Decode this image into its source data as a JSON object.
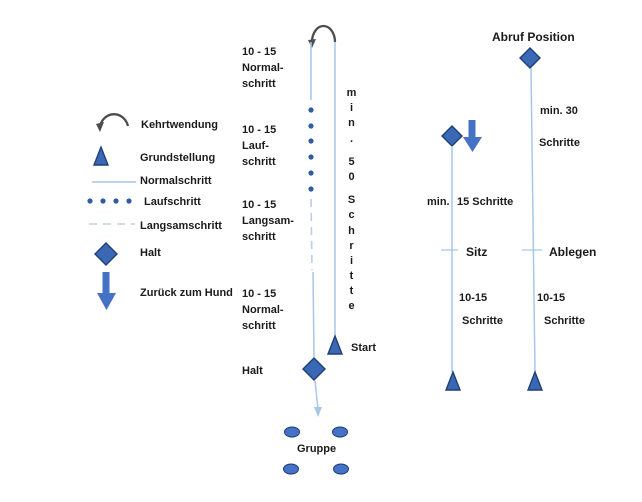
{
  "colors": {
    "text": "#1b1b1b",
    "shape_fill": "#3a68b4",
    "shape_stroke": "#1f3f77",
    "arrow_fill": "#4472c4",
    "line_light": "#a8c6e8",
    "dash_color": "#bccde8",
    "dot_color": "#2e5ca6",
    "arc_color": "#4d4d4d"
  },
  "legend": {
    "items": [
      {
        "icon": "turn-arc-icon",
        "label": "Kehrtwendung"
      },
      {
        "icon": "triangle-icon",
        "label": "Grundstellung"
      },
      {
        "icon": "solid-line-icon",
        "label": "Normalschritt"
      },
      {
        "icon": "dotted-line-icon",
        "label": "Laufschritt"
      },
      {
        "icon": "dashed-line-icon",
        "label": "Langsamschritt"
      },
      {
        "icon": "diamond-icon",
        "label": "Halt"
      },
      {
        "icon": "down-arrow-icon",
        "label": "Zurück zum Hund"
      }
    ]
  },
  "track": {
    "segments": [
      {
        "lines": [
          "10 - 15",
          "Normal-",
          "schritt"
        ]
      },
      {
        "lines": [
          "10 - 15",
          "Lauf-",
          "schritt"
        ]
      },
      {
        "lines": [
          "10 - 15",
          "Langsam-",
          "schritt"
        ]
      },
      {
        "lines": [
          "10 - 15",
          "Normal-",
          "schritt"
        ]
      }
    ],
    "halt": "Halt",
    "start": "Start",
    "distance_vertical": "min. 50 Schritte",
    "group": "Gruppe"
  },
  "right": {
    "title": "Abruf Position",
    "abruf_min": "min. 30",
    "abruf_min_unit": "Schritte",
    "sitz_min_prefix": "min.",
    "sitz_min": "15 Schritte",
    "sitz": "Sitz",
    "ablegen": "Ablegen",
    "sitz_steps": "10-15",
    "sitz_steps_unit": "Schritte",
    "ablegen_steps": "10-15",
    "ablegen_steps_unit": "Schritte"
  }
}
